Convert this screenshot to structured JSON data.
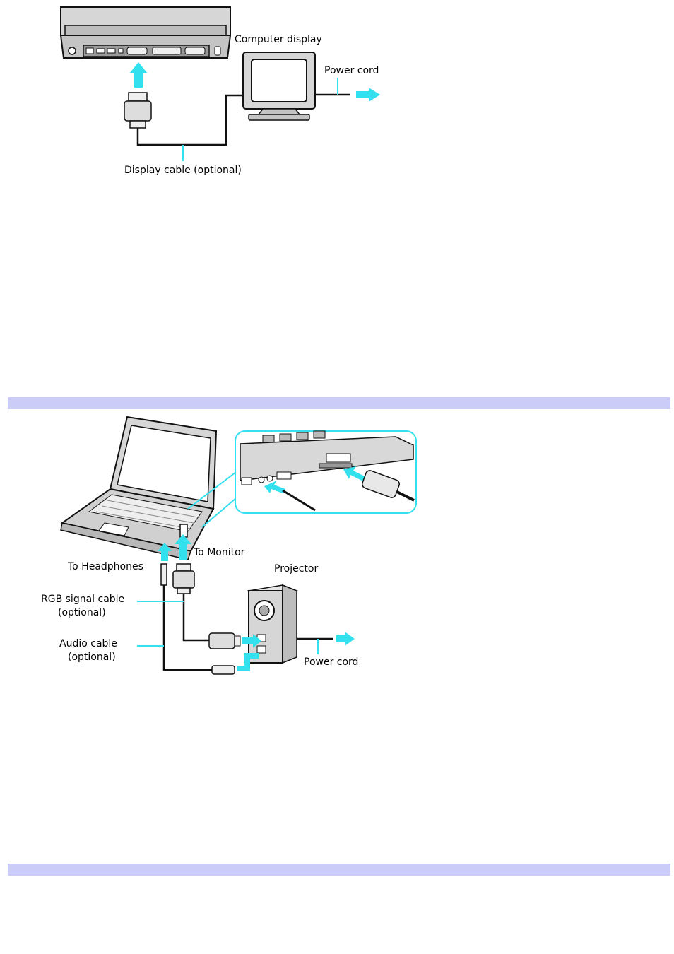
{
  "colors": {
    "arrow": "#33e0ee",
    "section_band": "#ccccf8",
    "device_gray": "#c8c8c8",
    "line": "#111111"
  },
  "figure1": {
    "labels": {
      "computer_display": "Computer display",
      "power_cord": "Power cord",
      "display_cable": "Display cable (optional)"
    }
  },
  "figure2": {
    "labels": {
      "to_monitor": "To Monitor",
      "to_headphones": "To Headphones",
      "projector": "Projector",
      "rgb_cable_line1": "RGB signal cable",
      "rgb_cable_line2": "(optional)",
      "audio_cable_line1": "Audio cable",
      "audio_cable_line2": "(optional)",
      "power_cord": "Power cord"
    }
  }
}
